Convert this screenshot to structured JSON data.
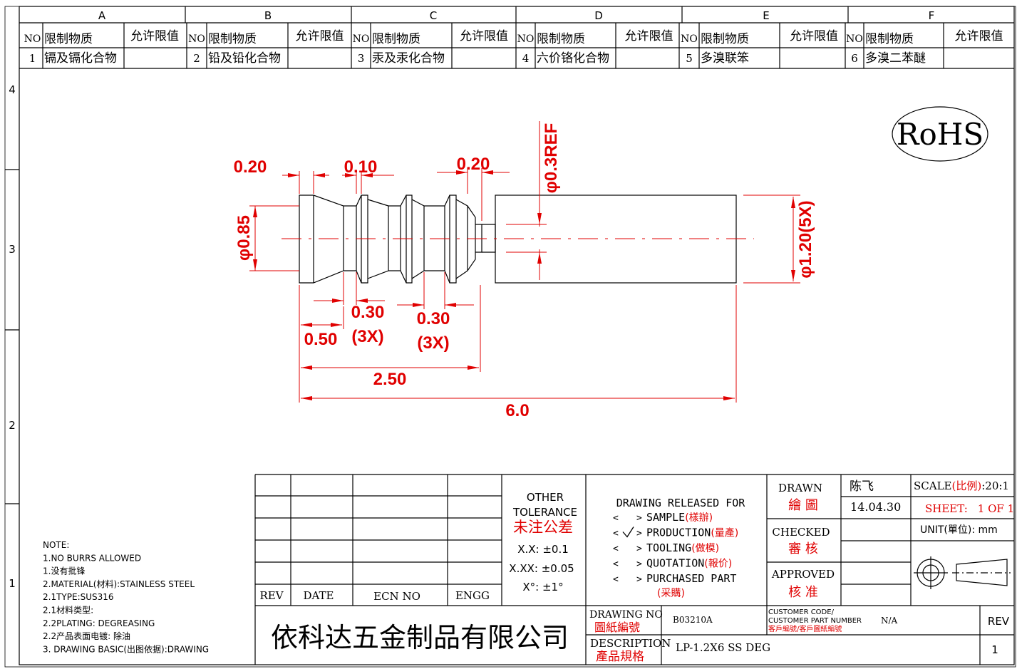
{
  "zones": {
    "cols": [
      "A",
      "B",
      "C",
      "D",
      "E",
      "F"
    ],
    "rows": [
      "4",
      "3",
      "2",
      "1"
    ]
  },
  "restricted": {
    "no_header": "NO",
    "substance_header": "限制物质",
    "limit_header": "允许限值",
    "items": [
      {
        "no": "1",
        "name": "镉及镉化合物"
      },
      {
        "no": "2",
        "name": "铅及铅化合物"
      },
      {
        "no": "3",
        "name": "汞及汞化合物"
      },
      {
        "no": "4",
        "name": "六价铬化合物"
      },
      {
        "no": "5",
        "name": "多溴联笨"
      },
      {
        "no": "6",
        "name": "多溴二苯醚"
      }
    ]
  },
  "rohs": "RoHS",
  "dims": {
    "d1": "0.20",
    "d2": "0.10",
    "d3": "0.20",
    "d4": "φ0.3REF",
    "d5": "φ0.85",
    "d6": "φ1.20(5X)",
    "d7a": "0.30",
    "d7b": "(3X)",
    "d8a": "0.30",
    "d8b": "(3X)",
    "d9": "0.50",
    "d10": "2.50",
    "d11": "6.0"
  },
  "notes": [
    "NOTE:",
    "1.NO BURRS ALLOWED",
    "1.没有批锋",
    "2.MATERIAL(材料):STAINLESS STEEL",
    "2.1TYPE:SUS316",
    "2.1材料类型:",
    "2.2PLATING: DEGREASING",
    "2.2产品表面电镀: 除油",
    "3. DRAWING BASIC(出图依据):DRAWING"
  ],
  "rev_table": {
    "rev": "REV",
    "date": "DATE",
    "ecn": "ECN NO",
    "engg": "ENGG"
  },
  "tolerance": {
    "l1": "OTHER",
    "l2": "TOLERANCE",
    "l3": "未注公差",
    "xx": "X.X: ±0.1",
    "xxx": "X.XX: ±0.05",
    "deg": "X°: ±1°"
  },
  "release": {
    "title": "DRAWING RELEASED FOR",
    "items": [
      {
        "en": "SAMPLE",
        "zh": "(樣辦)",
        "checked": false
      },
      {
        "en": "PRODUCTION",
        "zh": "(量產)",
        "checked": true
      },
      {
        "en": "TOOLING",
        "zh": "(做模)",
        "checked": false
      },
      {
        "en": "QUOTATION",
        "zh": "(報价)",
        "checked": false
      },
      {
        "en": "PURCHASED PART",
        "zh": "(采購)",
        "checked": false
      }
    ]
  },
  "signoff": {
    "drawn_en": "DRAWN",
    "drawn_zh": "繪 圖",
    "drawn_name": "陈飞",
    "drawn_date": "14.04.30",
    "checked_en": "CHECKED",
    "checked_zh": "審 核",
    "approved_en": "APPROVED",
    "approved_zh": "核 准"
  },
  "scale": {
    "label": "SCALE",
    "label_zh": "(比例)",
    "value": ":20:1"
  },
  "sheet": {
    "label": "SHEET:",
    "value": "1 OF 1"
  },
  "unit": {
    "label": "UNIT",
    "label_zh": "(單位)",
    "value": ": mm"
  },
  "company": "依科达五金制品有限公司",
  "drawing_no": {
    "en": "DRAWING NO",
    "zh": "圖紙編號",
    "value": "B03210A"
  },
  "customer": {
    "en1": "CUSTOMER CODE/",
    "en2": "CUSTOMER PART NUMBER",
    "zh": "客戶編號/客戶圖紙編號",
    "value": "N/A"
  },
  "rev_box": {
    "label": "REV",
    "value": "1"
  },
  "description": {
    "en": "DESCRIPTION",
    "zh": "產品規格",
    "value": "LP-1.2X6 SS DEG"
  }
}
